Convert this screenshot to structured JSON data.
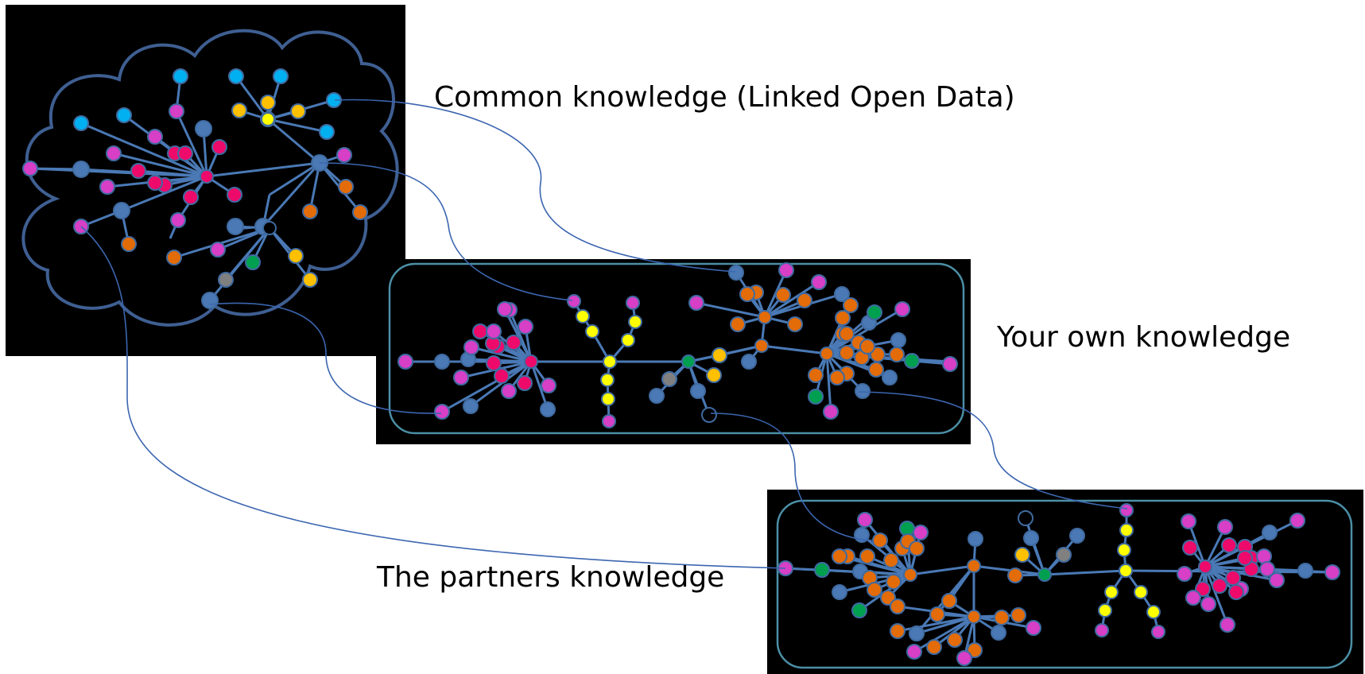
{
  "labels": {
    "common": "Common knowledge (Linked Open Data)",
    "own": "Your own knowledge",
    "partners": "The partners knowledge"
  },
  "colors": {
    "panel": "#000000",
    "frame": "#4b8fa6",
    "cloud_outline": "#3f5f92",
    "edge": "#4a79b5",
    "connector": "#3c66b0",
    "node_blue": "#4a79b5",
    "node_cyan": "#00b0f0",
    "node_magenta": "#d63fc6",
    "node_crimson": "#ee0a6a",
    "node_yellow": "#ffff00",
    "node_amber": "#ffc000",
    "node_orange": "#e36c09",
    "node_green": "#00a050",
    "node_gray": "#808080",
    "node_outline": "#3f6aa0"
  },
  "icons": {
    "common": "cloud-graph-icon",
    "own": "rounded-rectangle-graph-icon",
    "partners": "rounded-rectangle-graph-icon"
  }
}
